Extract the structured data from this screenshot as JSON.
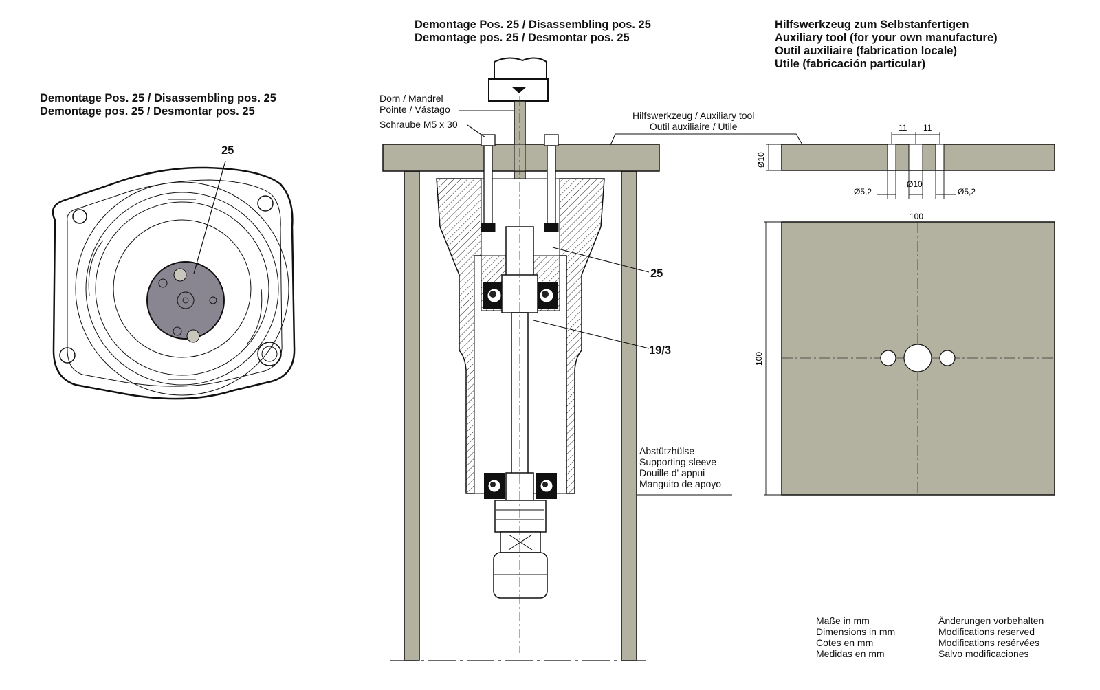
{
  "left_title": {
    "line1": "Demontage Pos. 25 / Disassembling pos. 25",
    "line2": "Demontage pos. 25 / Desmontar pos. 25",
    "callout": "25"
  },
  "center_title": {
    "line1": "Demontage Pos. 25 / Disassembling pos. 25",
    "line2": "Demontage pos. 25 / Desmontar pos. 25"
  },
  "right_title": {
    "line1": "Hilfswerkzeug zum Selbstanfertigen",
    "line2": "Auxiliary tool (for your own manufacture)",
    "line3": "Outil auxiliaire (fabrication locale)",
    "line4": "Utile (fabricación particular)"
  },
  "labels": {
    "mandrel_1": "Dorn / Mandrel",
    "mandrel_2": "Pointe / Vástago",
    "screw": "Schraube M5 x 30",
    "aux_tool_1": "Hilfswerkzeug / Auxiliary tool",
    "aux_tool_2": "Outil auxiliaire / Utile",
    "pos_25": "25",
    "pos_19_3": "19/3",
    "sleeve_1": "Abstützhülse",
    "sleeve_2": "Supporting sleeve",
    "sleeve_3": "Douille d' appui",
    "sleeve_4": "Manguito de apoyo"
  },
  "dimensions": {
    "spacing_left": "11",
    "spacing_right": "11",
    "thickness": "Ø10",
    "hole_left": "Ø5,2",
    "hole_center": "Ø10",
    "hole_right": "Ø5,2",
    "width": "100",
    "height": "100"
  },
  "footer": {
    "units_1": "Maße in mm",
    "units_2": "Dimensions in mm",
    "units_3": "Cotes en mm",
    "units_4": "Medidas en mm",
    "mod_1": "Änderungen vorbehalten",
    "mod_2": "Modifications reserved",
    "mod_3": "Modifications resérvées",
    "mod_4": "Salvo modificaciones"
  },
  "colors": {
    "plate_fill": "#b3b19f",
    "part_fill": "#8a8691",
    "line": "#111111"
  }
}
